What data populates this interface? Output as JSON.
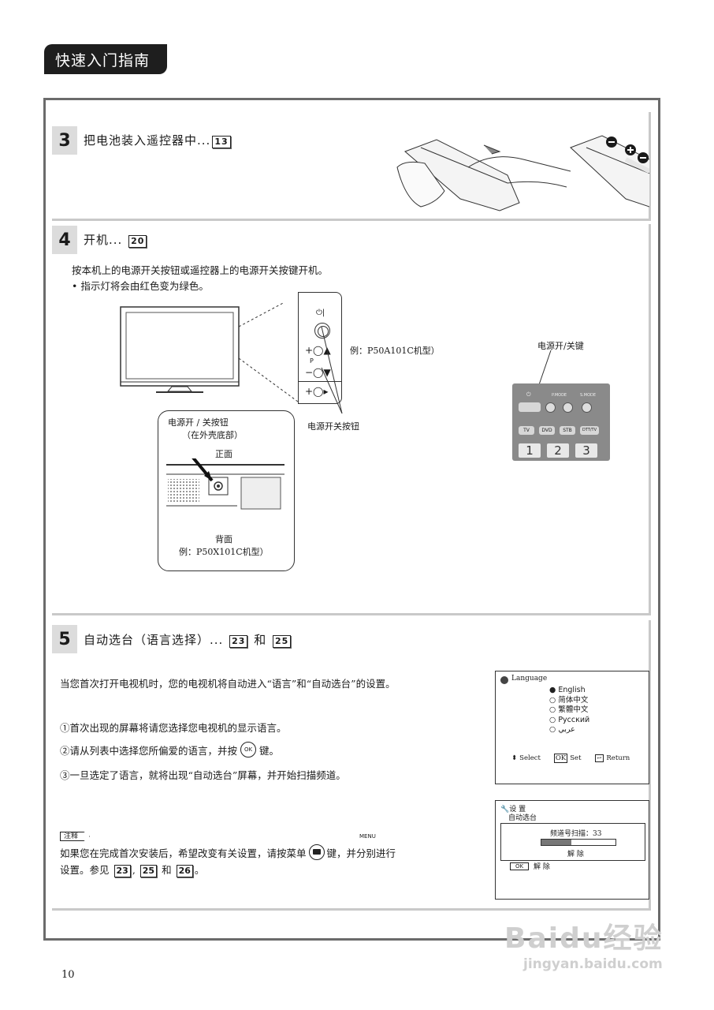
{
  "header": {
    "tab_title": "快速入门指南"
  },
  "step3": {
    "number": "3",
    "title": "把电池装入遥控器中...",
    "ref": "13"
  },
  "step4": {
    "number": "4",
    "title": "开机...",
    "ref": "20",
    "line1": "按本机上的电源开关按钮或遥控器上的电源开关按键开机。",
    "line2": "• 指示灯将会由红色变为绿色。",
    "panel_model": "例：P50A101C机型）",
    "panel_power_label": "电源开关按钮",
    "panel_p": "P",
    "callout_line1": "电源开 / 关按钮",
    "callout_line2": "（在外壳底部）",
    "callout_front": "正面",
    "callout_back": "背面",
    "callout_model": "例：P50X101C机型）",
    "remote_label": "电源开/关键",
    "remote_buttons": {
      "pmode": "P.MODE",
      "smode": "S.MODE",
      "tv": "TV",
      "dvd": "DVD",
      "stb": "STB",
      "dtv": "DTT/TV"
    },
    "remote_numbers": [
      "1",
      "2",
      "3"
    ]
  },
  "step5": {
    "number": "5",
    "title": "自动选台（语言选择）...",
    "ref1": "23",
    "and": "和",
    "ref2": "25",
    "intro": "当您首次打开电视机时，您的电视机将自动进入“语言”和“自动选台”的设置。",
    "item1": "①首次出现的屏幕将请您选择您电视机的显示语言。",
    "item2a": "②请从列表中选择您所偏爱的语言，并按",
    "item2_ok": "OK",
    "item2b": "键。",
    "item3": "③一旦选定了语言，就将出现“自动选台”屏幕，并开始扫描频道。",
    "note_label": "注释",
    "menu_label": "MENU",
    "note_line1a": "如果您在完成首次安装后，希望改变有关设置，请按菜单",
    "note_line1b": "键，并分别进行",
    "note_line2a": "设置。参见",
    "note_ref1": "23",
    "note_sep": ",",
    "note_ref2": "25",
    "note_and": "和",
    "note_ref3": "26",
    "note_end": "。",
    "lang_screen": {
      "title": "Language",
      "options": [
        "English",
        "简体中文",
        "繁體中文",
        "Русский",
        "عربي"
      ],
      "selected_index": 0,
      "footer_select": "Select",
      "footer_ok": "OK",
      "footer_set": "Set",
      "footer_return": "Return"
    },
    "scan_screen": {
      "title": "设 置",
      "subtitle": "自动选台",
      "scan_text": "频道号扫描：33",
      "progress": 0.4,
      "release": "解 除",
      "ok": "OK",
      "ok_release": "解 除"
    }
  },
  "footer": {
    "page_number": "10"
  },
  "watermark": {
    "brand": "Baidu经验",
    "url": "jingyan.baidu.com"
  }
}
